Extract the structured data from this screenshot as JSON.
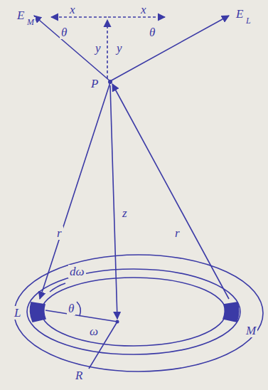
{
  "diagram": {
    "labels": [
      "E",
      "M",
      "x",
      "x",
      "E",
      "L",
      "θ",
      "θ",
      "y",
      "y",
      "P",
      "z",
      "r",
      "r",
      "L",
      "M",
      "dω",
      "θ",
      "ω",
      "R"
    ]
  }
}
